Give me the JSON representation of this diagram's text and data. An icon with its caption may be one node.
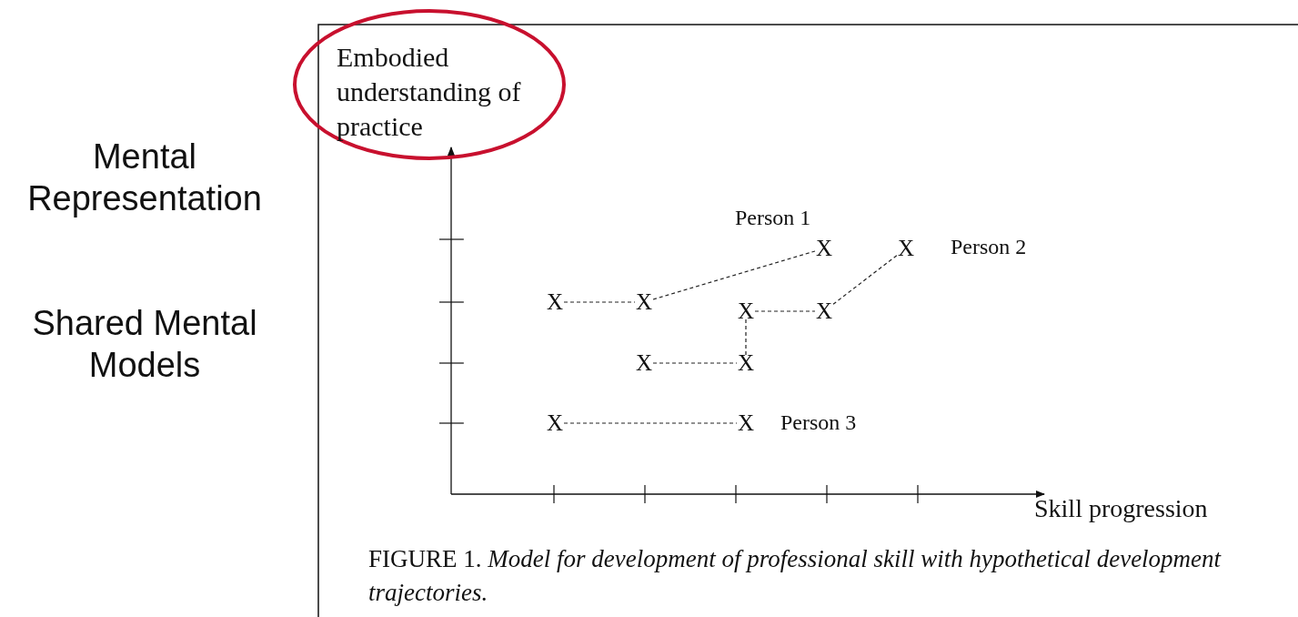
{
  "diagram": {
    "caption": "FIGURE 1. *Model for development of professional skill with hypothetical development trajectories.*",
    "nodes": [
      {
        "text": [
          "Embodied understanding of practice"
        ]
      },
      {
        "text": [
          "X"
        ]
      },
      {
        "text": [
          "X"
        ]
      },
      {
        "text": [
          "X"
        ]
      },
      {
        "text": [
          "X"
        ]
      },
      {
        "text": [
          "X"
        ]
      },
      {
        "text": [
          "X"
        ]
      },
      {
        "text": [
          "X"
        ]
      },
      {
        "text": [
          "X"
        ]
      },
      {
        "text": [
          "X"
        ]
      },
      {
        "text": [
          "X"
        ]
      }
    ],
    "edges": [
      {
        "from": 3,
        "to": 4,
        "arrow": "none",
        "style": "dashed"
      },
      {
        "from": 4,
        "to": 1,
        "arrow": "none",
        "style": "dashed"
      },
      {
        "from": 7,
        "to": 8,
        "arrow": "none",
        "style": "dashed"
      },
      {
        "from": 8,
        "to": 5,
        "arrow": "none",
        "style": "dashed"
      },
      {
        "from": 5,
        "to": 6,
        "arrow": "none",
        "style": "dashed"
      },
      {
        "from": 6,
        "to": 2,
        "arrow": "none",
        "style": "dashed"
      },
      {
        "from": 9,
        "to": 10,
        "arrow": "none",
        "style": "dashed"
      }
    ],
    "labels": [
      "Mental Representation",
      "Shared Mental Models",
      "Person 1",
      "Person 2",
      "Person 3",
      "Skill progression"
    ]
  }
}
